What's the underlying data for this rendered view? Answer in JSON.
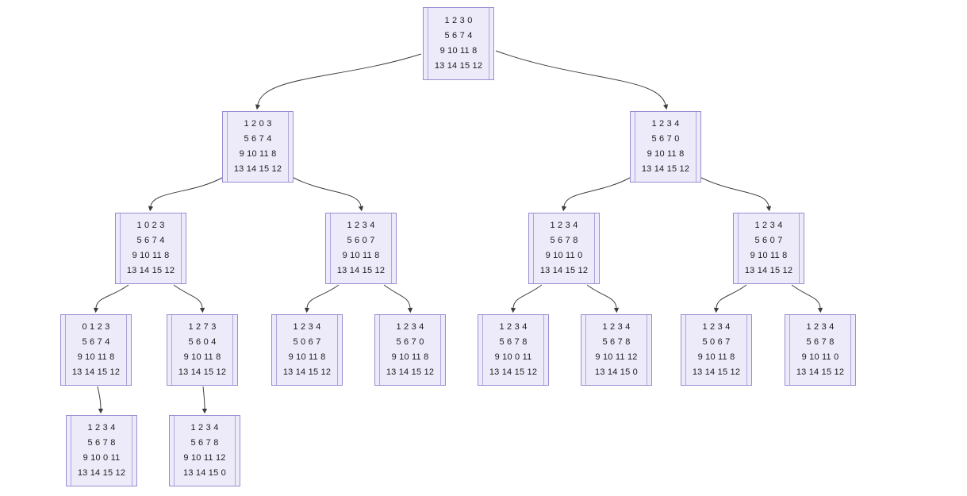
{
  "diagram": {
    "type": "search-tree",
    "description": "15-puzzle sliding-tile state search tree, 5 levels, 17 nodes",
    "colors": {
      "node_fill": "#edebfa",
      "node_border": "#9a8cd2",
      "edge": "#3f3f3f"
    }
  },
  "nodes": [
    {
      "id": "n0",
      "level": 1,
      "rows": [
        "1 2 3 0",
        "5 6 7 4",
        "9 10 11 8",
        "13 14 15 12"
      ]
    },
    {
      "id": "n1",
      "level": 2,
      "rows": [
        "1 2 0 3",
        "5 6 7 4",
        "9 10 11 8",
        "13 14 15 12"
      ]
    },
    {
      "id": "n2",
      "level": 2,
      "rows": [
        "1 2 3 4",
        "5 6 7 0",
        "9 10 11 8",
        "13 14 15 12"
      ]
    },
    {
      "id": "n3",
      "level": 3,
      "rows": [
        "1 0 2 3",
        "5 6 7 4",
        "9 10 11 8",
        "13 14 15 12"
      ]
    },
    {
      "id": "n4",
      "level": 3,
      "rows": [
        "1 2 3 4",
        "5 6 0 7",
        "9 10 11 8",
        "13 14 15 12"
      ]
    },
    {
      "id": "n5",
      "level": 3,
      "rows": [
        "1 2 3 4",
        "5 6 7 8",
        "9 10 11 0",
        "13 14 15 12"
      ]
    },
    {
      "id": "n6",
      "level": 3,
      "rows": [
        "1 2 3 4",
        "5 6 0 7",
        "9 10 11 8",
        "13 14 15 12"
      ]
    },
    {
      "id": "n7",
      "level": 4,
      "rows": [
        "0 1 2 3",
        "5 6 7 4",
        "9 10 11 8",
        "13 14 15 12"
      ]
    },
    {
      "id": "n8",
      "level": 4,
      "rows": [
        "1 2 7 3",
        "5 6 0 4",
        "9 10 11 8",
        "13 14 15 12"
      ]
    },
    {
      "id": "n9",
      "level": 4,
      "rows": [
        "1 2 3 4",
        "5 0 6 7",
        "9 10 11 8",
        "13 14 15 12"
      ]
    },
    {
      "id": "n10",
      "level": 4,
      "rows": [
        "1 2 3 4",
        "5 6 7 0",
        "9 10 11 8",
        "13 14 15 12"
      ]
    },
    {
      "id": "n11",
      "level": 4,
      "rows": [
        "1 2 3 4",
        "5 6 7 8",
        "9 10 0 11",
        "13 14 15 12"
      ]
    },
    {
      "id": "n12",
      "level": 4,
      "rows": [
        "1 2 3 4",
        "5 6 7 8",
        "9 10 11 12",
        "13 14 15 0"
      ]
    },
    {
      "id": "n13",
      "level": 4,
      "rows": [
        "1 2 3 4",
        "5 0 6 7",
        "9 10 11 8",
        "13 14 15 12"
      ]
    },
    {
      "id": "n14",
      "level": 4,
      "rows": [
        "1 2 3 4",
        "5 6 7 8",
        "9 10 11 0",
        "13 14 15 12"
      ]
    },
    {
      "id": "n15",
      "level": 5,
      "rows": [
        "1 2 3 4",
        "5 6 7 8",
        "9 10 0 11",
        "13 14 15 12"
      ]
    },
    {
      "id": "n16",
      "level": 5,
      "rows": [
        "1 2 3 4",
        "5 6 7 8",
        "9 10 11 12",
        "13 14 15 0"
      ]
    }
  ],
  "edges": [
    {
      "from": "n0",
      "to": "n1"
    },
    {
      "from": "n0",
      "to": "n2"
    },
    {
      "from": "n1",
      "to": "n3"
    },
    {
      "from": "n1",
      "to": "n4"
    },
    {
      "from": "n2",
      "to": "n5"
    },
    {
      "from": "n2",
      "to": "n6"
    },
    {
      "from": "n3",
      "to": "n7"
    },
    {
      "from": "n3",
      "to": "n8"
    },
    {
      "from": "n4",
      "to": "n9"
    },
    {
      "from": "n4",
      "to": "n10"
    },
    {
      "from": "n5",
      "to": "n11"
    },
    {
      "from": "n5",
      "to": "n12"
    },
    {
      "from": "n6",
      "to": "n13"
    },
    {
      "from": "n6",
      "to": "n14"
    },
    {
      "from": "n7",
      "to": "n15"
    },
    {
      "from": "n8",
      "to": "n16"
    }
  ]
}
